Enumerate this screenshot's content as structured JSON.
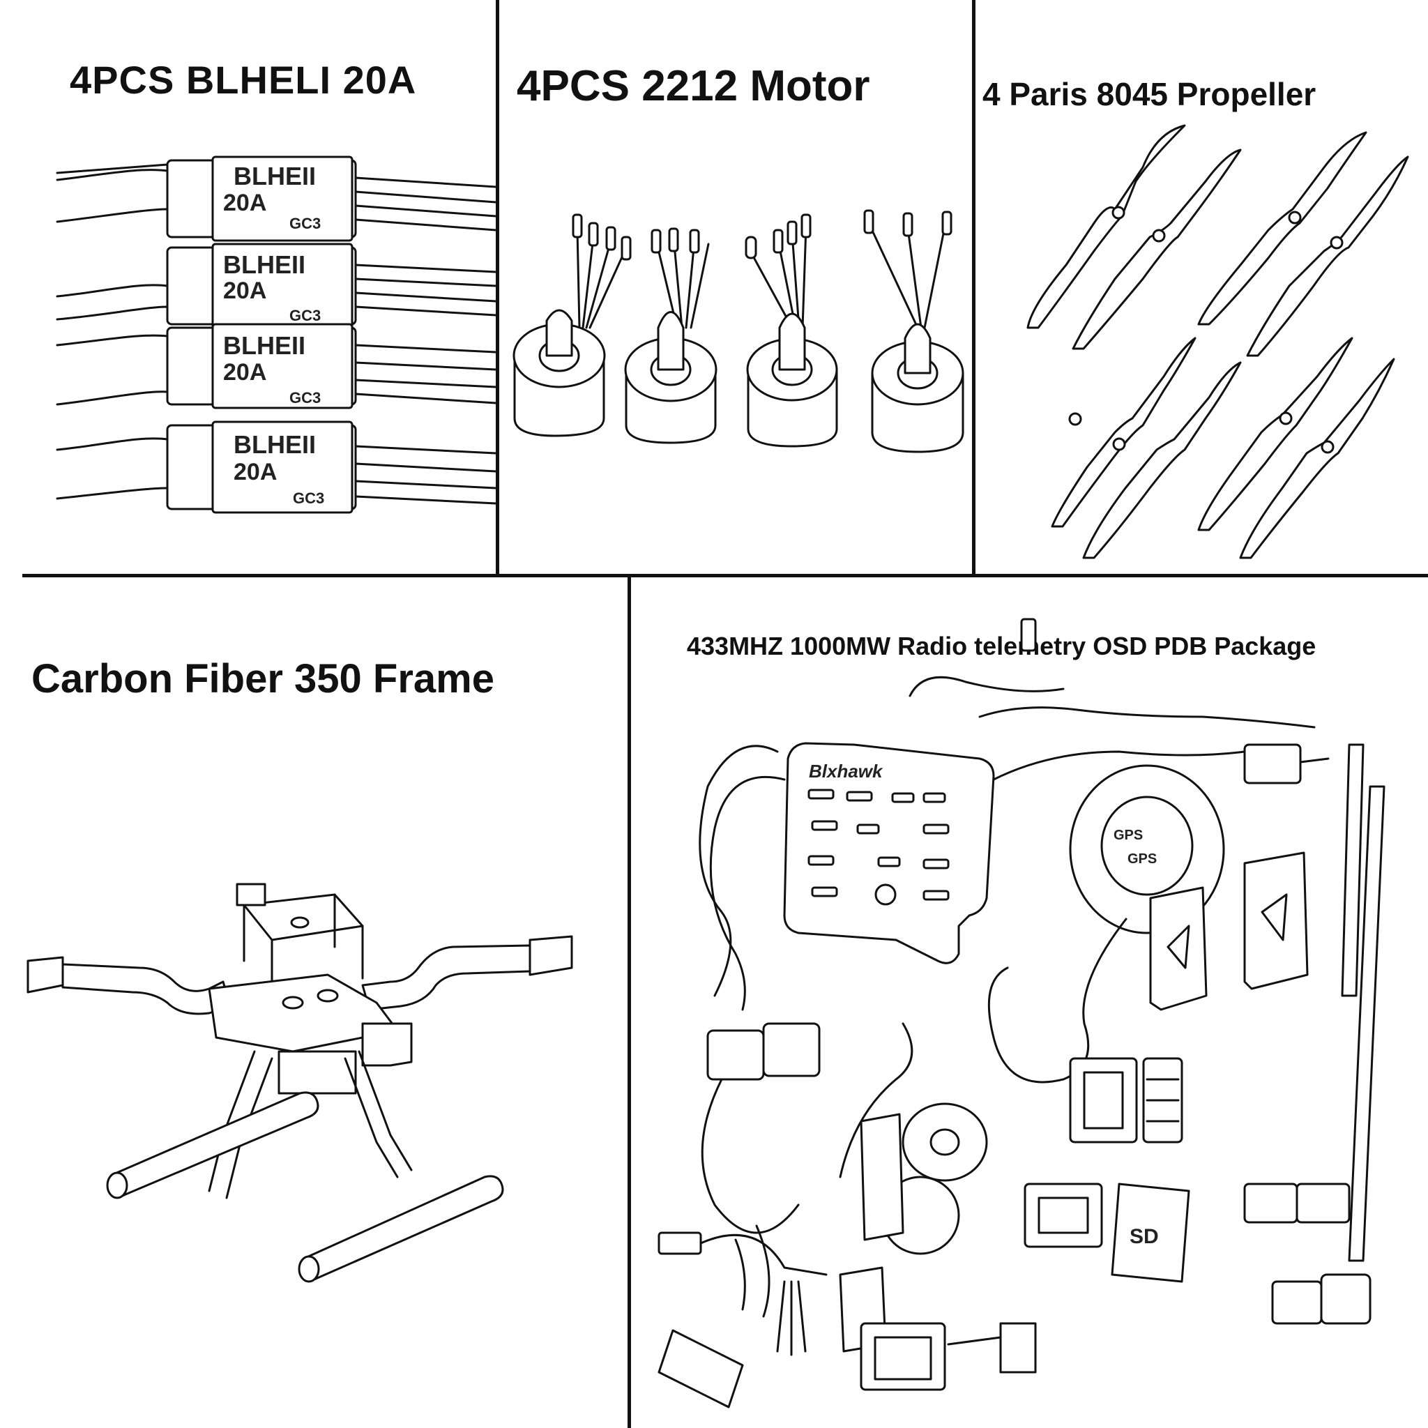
{
  "panels": {
    "esc": {
      "title": "4PCS BLHELI 20A",
      "board_lines": [
        "BLHEII",
        "20A"
      ],
      "codes": [
        "GC3",
        "GC3",
        "GC3",
        "GC3"
      ]
    },
    "motor": {
      "title": "4PCS 2212 Motor"
    },
    "propeller": {
      "title": "4 Paris 8045 Propeller"
    },
    "frame": {
      "title": "Carbon Fiber 350 Frame"
    },
    "package": {
      "title": "433MHZ 1000MW Radio telemetry OSD PDB Package",
      "fc_label": "Blxhawk",
      "gps_label": "GPS",
      "gps_sublabel": "GPS",
      "card_label": "SD"
    }
  },
  "colors": {
    "ink": "#111111",
    "background": "#ffffff"
  }
}
